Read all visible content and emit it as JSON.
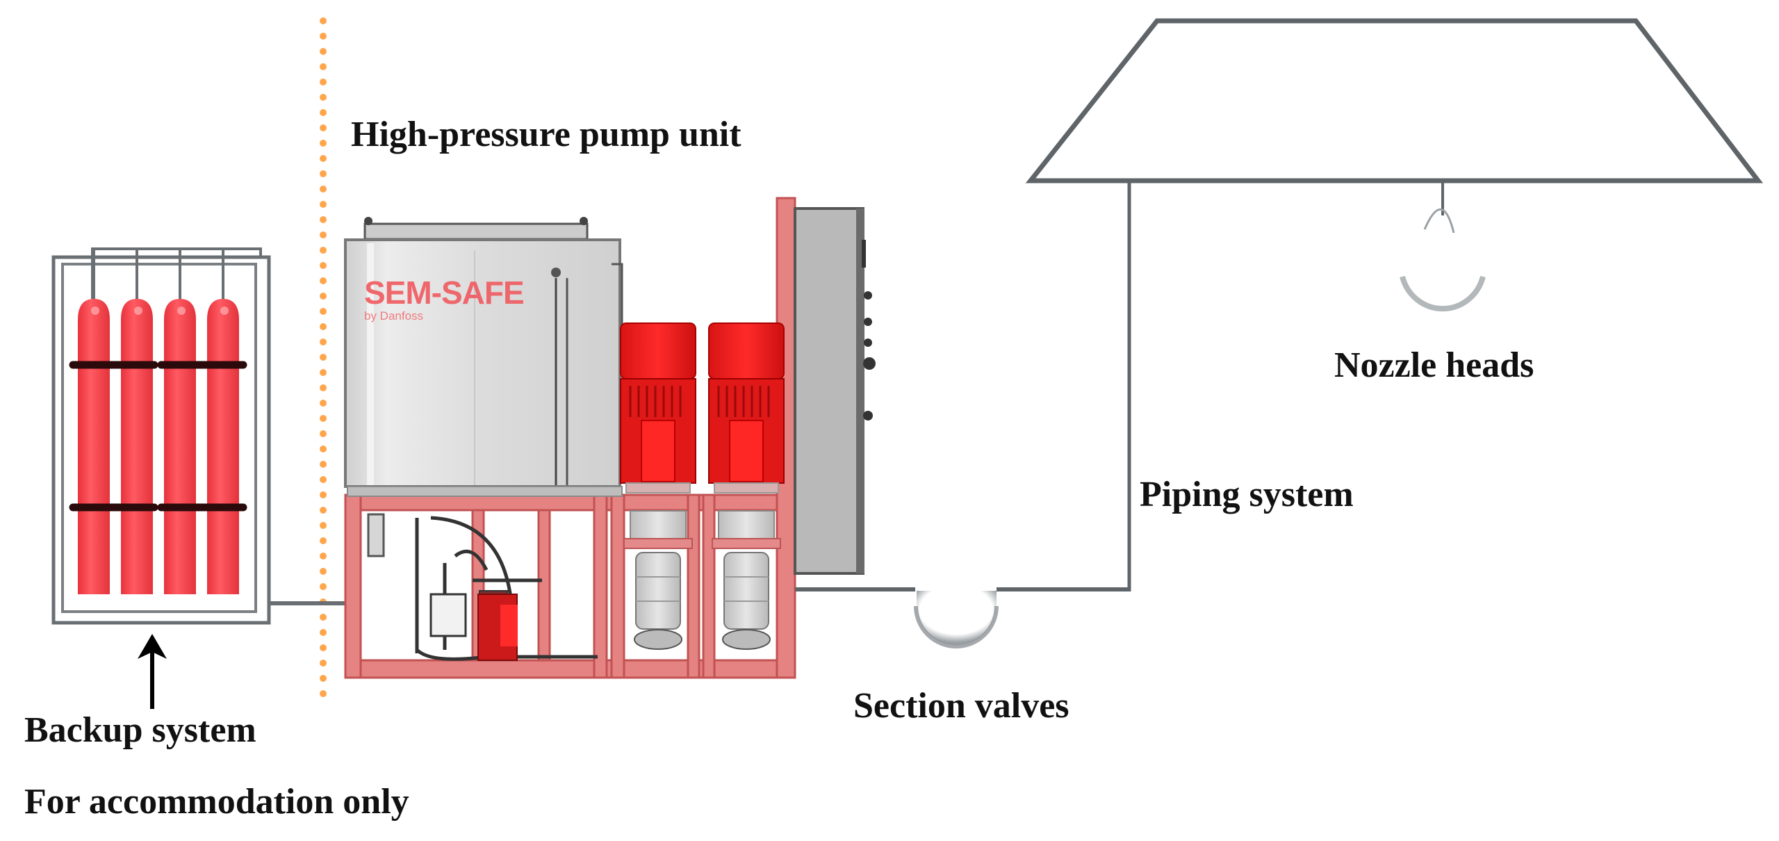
{
  "figure": {
    "type": "water mist fire suppression system schematic",
    "colors": {
      "cylinder_red": "#f5444e",
      "motor_red": "#ee1c1c",
      "frame_red": "#e07a7a",
      "pipe_gray": "#5f6468",
      "tank_gray": "#d8d8d8",
      "cabinet_gray": "#b4b4b4",
      "divider_orange": "#ffa64d",
      "text": "#111111"
    }
  },
  "labels": {
    "pump_unit": "High-pressure pump unit",
    "nozzle_heads": "Nozzle heads",
    "piping_system": "Piping system",
    "section_valves": "Section valves",
    "backup_system": "Backup system",
    "backup_note": "For accommodation only"
  },
  "pump_unit": {
    "brand": "SEM-SAFE",
    "brand_suffix": "by Danfoss",
    "motor_count": 2
  },
  "backup_system": {
    "cylinder_count": 4,
    "strap_count": 2
  },
  "components": [
    {
      "id": "backup-system",
      "name": "Backup system",
      "note": "For accommodation only"
    },
    {
      "id": "pump-unit",
      "name": "High-pressure pump unit"
    },
    {
      "id": "section-valve",
      "name": "Section valves"
    },
    {
      "id": "piping",
      "name": "Piping system"
    },
    {
      "id": "nozzle",
      "name": "Nozzle heads"
    }
  ]
}
